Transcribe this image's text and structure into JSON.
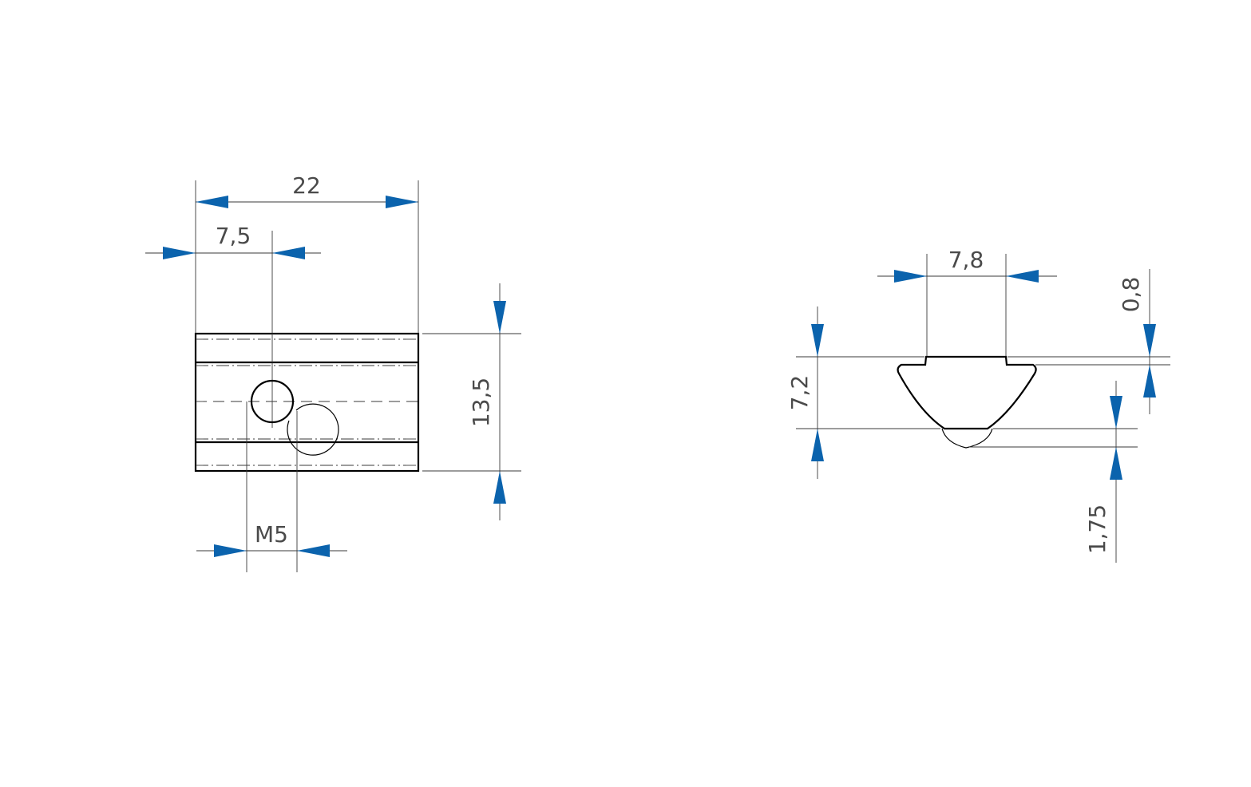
{
  "theme": {
    "arrow_color": "#0b63ad",
    "line_color": "#3a3a3a",
    "outline_color": "#000000",
    "text_color": "#4a4a4a"
  },
  "front_view": {
    "dims": {
      "overall_width": "22",
      "hole_offset": "7,5",
      "height": "13,5",
      "thread": "M5"
    }
  },
  "side_view": {
    "dims": {
      "top_width": "7,8",
      "height": "7,2",
      "top_step": "0,8",
      "bottom_bump": "1,75"
    }
  }
}
